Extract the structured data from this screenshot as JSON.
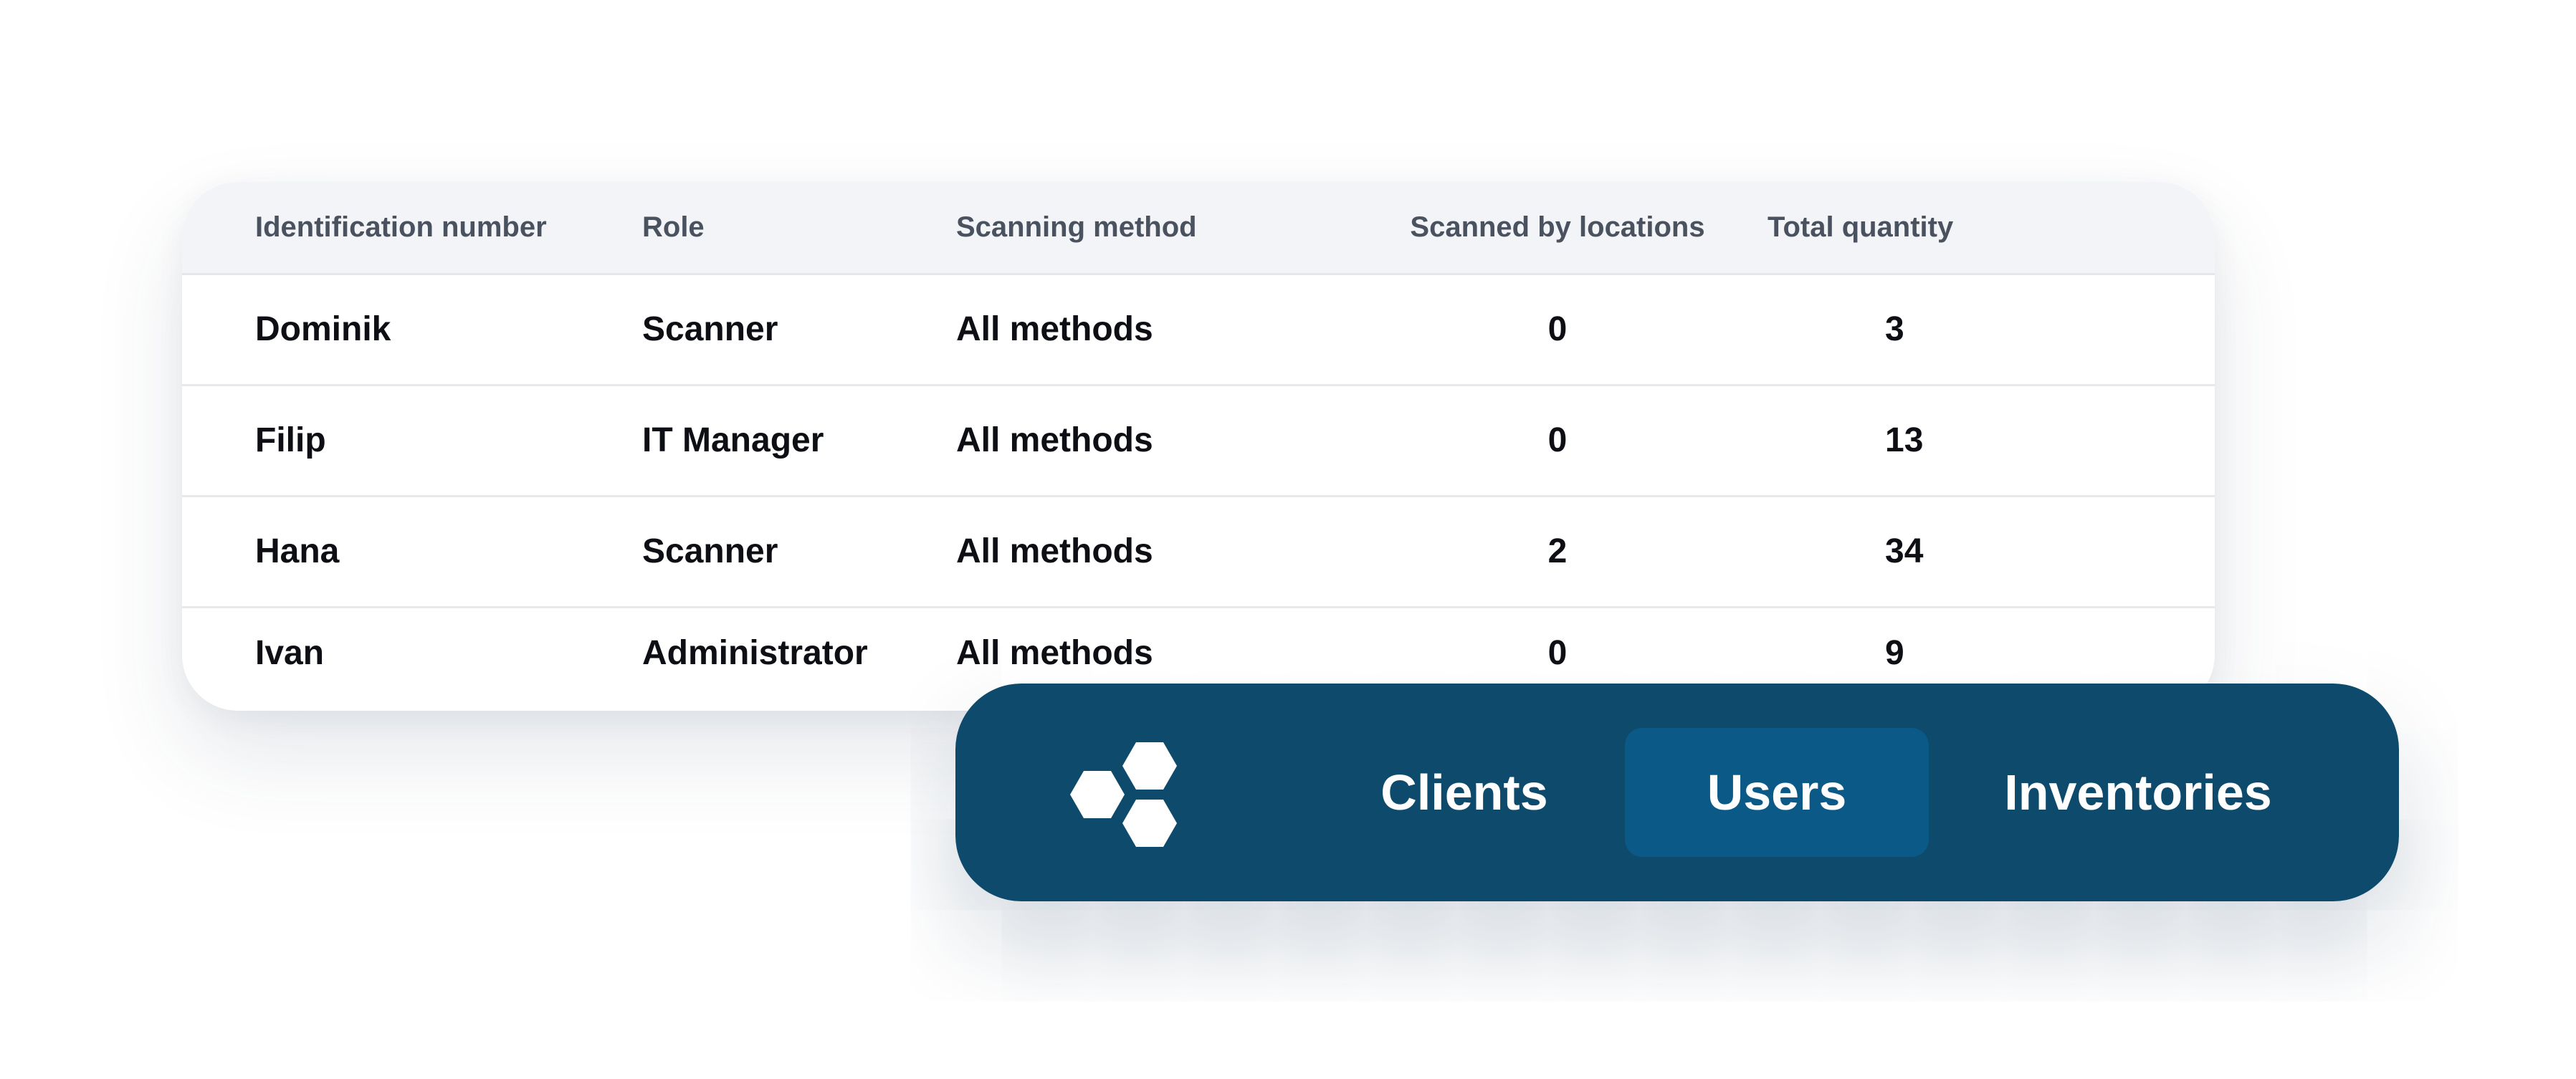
{
  "table": {
    "headers": {
      "id": "Identification number",
      "role": "Role",
      "method": "Scanning method",
      "scanned": "Scanned by locations",
      "total": "Total quantity"
    },
    "rows": [
      {
        "id": "Dominik",
        "role": "Scanner",
        "method": "All methods",
        "scanned": "0",
        "total": "3"
      },
      {
        "id": "Filip",
        "role": "IT Manager",
        "method": "All methods",
        "scanned": "0",
        "total": "13"
      },
      {
        "id": "Hana",
        "role": "Scanner",
        "method": "All methods",
        "scanned": "2",
        "total": "34"
      },
      {
        "id": "Ivan",
        "role": "Administrator",
        "method": "All methods",
        "scanned": "0",
        "total": "9"
      }
    ]
  },
  "nav": {
    "logo_icon": "hexagon-cluster-icon",
    "items": [
      {
        "label": "Clients",
        "active": false
      },
      {
        "label": "Users",
        "active": true
      },
      {
        "label": "Inventories",
        "active": false
      }
    ]
  },
  "colors": {
    "nav_background": "#0d4a6b",
    "nav_active": "#0b5986",
    "header_background": "#f2f4f7"
  }
}
